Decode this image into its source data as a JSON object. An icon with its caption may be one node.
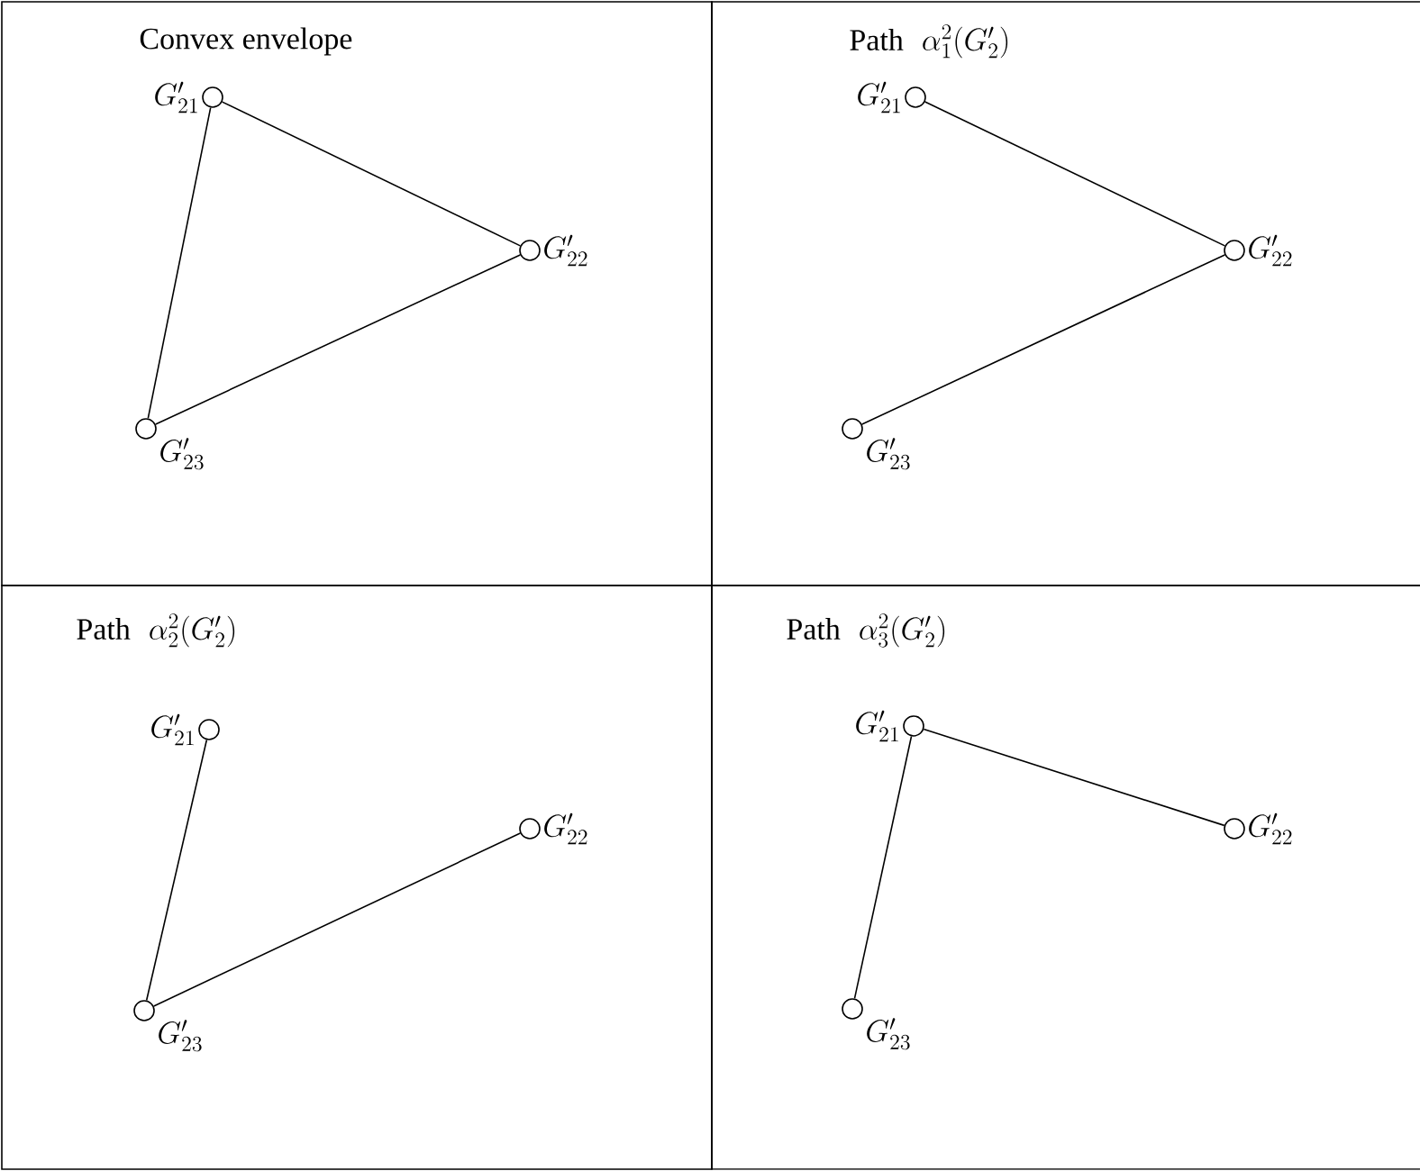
{
  "diagram": {
    "nodes": [
      {
        "text": [
          "Convex envelope"
        ]
      },
      {
        "text": [],
        "shape": "circle",
        "in": 0,
        "beside": [
          "G'_{21}"
        ]
      },
      {
        "text": [],
        "shape": "circle",
        "in": 0,
        "beside": [
          "G'_{22}"
        ]
      },
      {
        "text": [],
        "shape": "circle",
        "in": 0,
        "beside": [
          "G'_{23}"
        ]
      },
      {
        "text": [
          "Path",
          "\\alpha_1^2(G'_2)"
        ]
      },
      {
        "text": [],
        "shape": "circle",
        "in": 4,
        "beside": [
          "G'_{21}"
        ]
      },
      {
        "text": [],
        "shape": "circle",
        "in": 4,
        "beside": [
          "G'_{22}"
        ]
      },
      {
        "text": [],
        "shape": "circle",
        "in": 4,
        "beside": [
          "G'_{23}"
        ]
      },
      {
        "text": [
          "Path",
          "\\alpha_2^2(G'_2)"
        ]
      },
      {
        "text": [],
        "shape": "circle",
        "in": 8,
        "beside": [
          "G'_{21}"
        ]
      },
      {
        "text": [],
        "shape": "circle",
        "in": 8,
        "beside": [
          "G'_{22}"
        ]
      },
      {
        "text": [],
        "shape": "circle",
        "in": 8,
        "beside": [
          "G'_{23}"
        ]
      },
      {
        "text": [
          "Path",
          "\\alpha_3^2(G'_2)"
        ]
      },
      {
        "text": [],
        "shape": "circle",
        "in": 12,
        "beside": [
          "G'_{21}"
        ]
      },
      {
        "text": [],
        "shape": "circle",
        "in": 12,
        "beside": [
          "G'_{22}"
        ]
      },
      {
        "text": [],
        "shape": "circle",
        "in": 12,
        "beside": [
          "G'_{23}"
        ]
      }
    ],
    "edges": [
      {
        "from": 1,
        "to": 2,
        "arrow": "none"
      },
      {
        "from": 1,
        "to": 3,
        "arrow": "none"
      },
      {
        "from": 2,
        "to": 3,
        "arrow": "none"
      },
      {
        "from": 5,
        "to": 6,
        "arrow": "none"
      },
      {
        "from": 6,
        "to": 7,
        "arrow": "none"
      },
      {
        "from": 9,
        "to": 11,
        "arrow": "none"
      },
      {
        "from": 11,
        "to": 10,
        "arrow": "none"
      },
      {
        "from": 13,
        "to": 14,
        "arrow": "none"
      },
      {
        "from": 13,
        "to": 15,
        "arrow": "none"
      }
    ]
  }
}
